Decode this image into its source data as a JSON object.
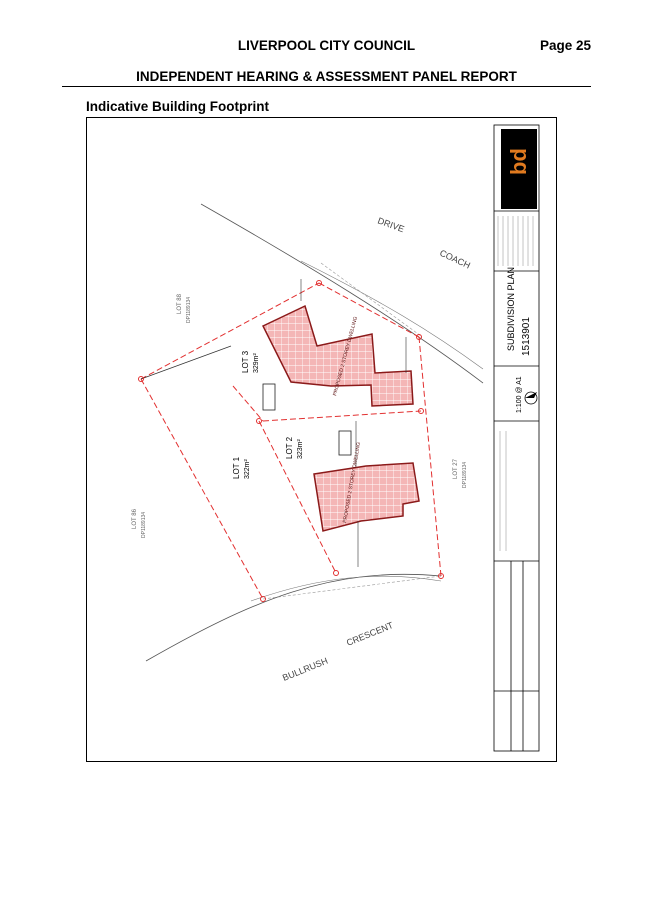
{
  "header": {
    "council": "LIVERPOOL CITY COUNCIL",
    "page": "Page 25",
    "report_title": "INDEPENDENT HEARING & ASSESSMENT PANEL REPORT"
  },
  "caption": "Indicative Building Footprint",
  "plan": {
    "streets": {
      "drive": "DRIVE",
      "coach": "COACH",
      "bullrush": "BULLRUSH",
      "crescent": "CRESCENT"
    },
    "lots": {
      "lot1_name": "LOT 1",
      "lot1_area": "322m²",
      "lot2_name": "LOT 2",
      "lot2_area": "323m²",
      "lot3_name": "LOT 3",
      "lot3_area": "329m²",
      "lot86_name": "LOT 86",
      "lot86_dp": "DP1189134",
      "lot88_name": "LOT 88",
      "lot88_dp": "DP1189134",
      "lot27_name": "LOT 27",
      "lot27_dp": "DP1189134"
    },
    "dwelling_label": "PROPOSED 2 STOREY DWELLING",
    "title_block": {
      "drawing_title": "SUBDIVISION PLAN",
      "drawing_number": "1513901",
      "scale": "1:100 @ A1"
    },
    "colors": {
      "dwelling_fill": "#f4b6b6",
      "dwelling_outline": "#8b1a1a",
      "boundary": "#e23030"
    }
  }
}
